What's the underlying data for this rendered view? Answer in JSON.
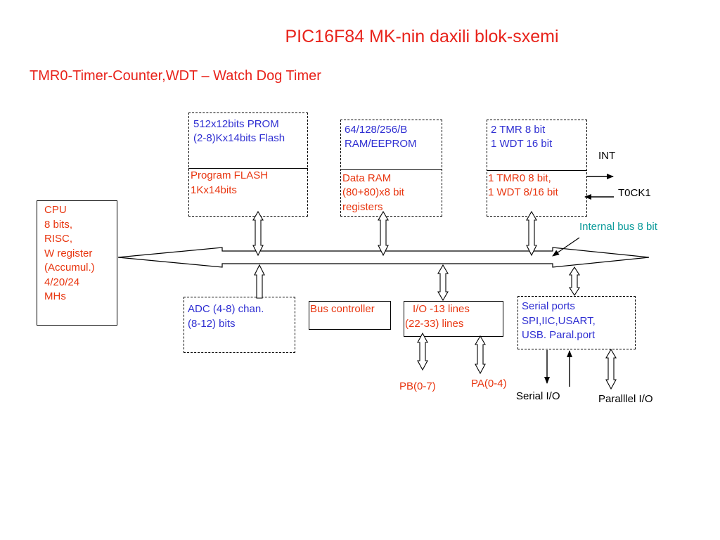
{
  "title": "PIC16F84 MK-nin daxili blok-sxemi",
  "subtitle": "TMR0-Timer-Counter,WDT – Watch Dog Timer",
  "prom_block": {
    "top_lines": [
      "512x12bits PROM",
      "(2-8)Kx14bits Flash"
    ],
    "bottom_lines": [
      "Program FLASH",
      "1Kx14bits"
    ]
  },
  "ram_block": {
    "top_lines": [
      "64/128/256/B",
      "RAM/EEPROM"
    ],
    "bottom_lines": [
      "Data RAM",
      "(80+80)x8 bit",
      "registers"
    ]
  },
  "timer_block": {
    "top_lines": [
      "2 TMR 8 bit",
      "1 WDT  16 bit"
    ],
    "bottom_lines": [
      "1  TMR0 8 bit,",
      "1 WDT  8/16 bit"
    ]
  },
  "cpu_block": {
    "lines": [
      "CPU",
      "8 bits,",
      "RISC,",
      "W register",
      "(Accumul.)",
      "4/20/24",
      "MHs"
    ]
  },
  "adc_block": {
    "lines": [
      "ADC  (4-8) chan.",
      "(8-12) bits"
    ]
  },
  "bus_controller": {
    "label": "Bus controller"
  },
  "io_block": {
    "lines": [
      "I/O   -13 lines",
      "(22-33) lines"
    ]
  },
  "serial_block": {
    "lines": [
      "Serial ports",
      "SPI,IIC,USART,",
      "USB.    Paral.port"
    ]
  },
  "labels": {
    "int": "INT",
    "t0ck1": "T0CK1",
    "internal_bus": "Internal bus 8 bit",
    "pb": "PB(0-7)",
    "pa": "PA(0-4)",
    "serial_io": "Serial I/O",
    "parallel_io": "Paralllel  I/O"
  }
}
